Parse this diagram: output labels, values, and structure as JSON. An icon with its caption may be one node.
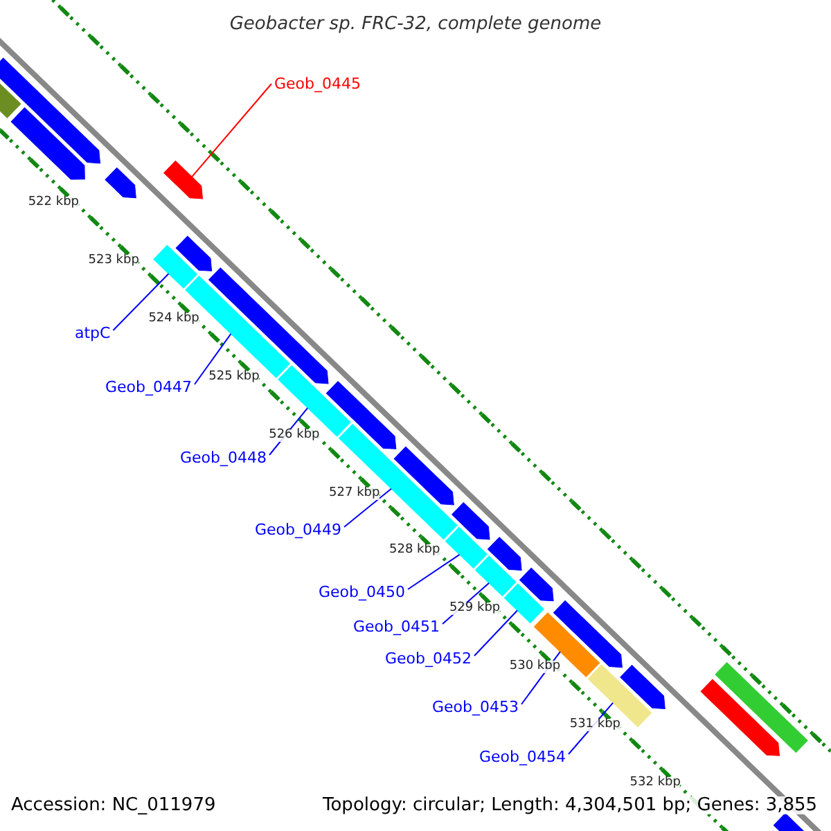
{
  "diagram": {
    "title": "Geobacter sp. FRC-32, complete genome",
    "nodes": [
      {
        "text": [
          "Geob_0445"
        ]
      },
      {
        "text": [],
        "shape": "arrow"
      },
      {
        "text": [
          "atpC"
        ]
      },
      {
        "text": [],
        "shape": "bar"
      },
      {
        "text": [
          "Geob_0447"
        ]
      },
      {
        "text": [],
        "shape": "bar"
      },
      {
        "text": [
          "Geob_0448"
        ]
      },
      {
        "text": [],
        "shape": "bar"
      },
      {
        "text": [
          "Geob_0449"
        ]
      },
      {
        "text": [],
        "shape": "bar"
      },
      {
        "text": [
          "Geob_0450"
        ]
      },
      {
        "text": [],
        "shape": "bar"
      },
      {
        "text": [
          "Geob_0451"
        ]
      },
      {
        "text": [],
        "shape": "bar"
      },
      {
        "text": [
          "Geob_0452"
        ]
      },
      {
        "text": [],
        "shape": "bar"
      },
      {
        "text": [
          "Geob_0453"
        ]
      },
      {
        "text": [],
        "shape": "bar"
      },
      {
        "text": [
          "Geob_0454"
        ]
      },
      {
        "text": [],
        "shape": "bar"
      }
    ],
    "edges": [
      {
        "from": 0,
        "to": 1,
        "arrow": "none",
        "color": "#ff0000"
      },
      {
        "from": 2,
        "to": 3,
        "arrow": "none"
      },
      {
        "from": 4,
        "to": 5,
        "arrow": "none"
      },
      {
        "from": 6,
        "to": 7,
        "arrow": "none"
      },
      {
        "from": 8,
        "to": 9,
        "arrow": "none"
      },
      {
        "from": 10,
        "to": 11,
        "arrow": "none"
      },
      {
        "from": 12,
        "to": 13,
        "arrow": "none"
      },
      {
        "from": 14,
        "to": 15,
        "arrow": "none"
      },
      {
        "from": 16,
        "to": 17,
        "arrow": "none"
      },
      {
        "from": 18,
        "to": 19,
        "arrow": "none"
      }
    ],
    "labels": [
      "522 kbp",
      "523 kbp",
      "524 kbp",
      "525 kbp",
      "526 kbp",
      "527 kbp",
      "528 kbp",
      "529 kbp",
      "530 kbp",
      "531 kbp",
      "532 kbp",
      "Accession: NC_011979",
      "Topology: circular; Length: 4,304,501 bp; Genes: 3,855"
    ]
  }
}
